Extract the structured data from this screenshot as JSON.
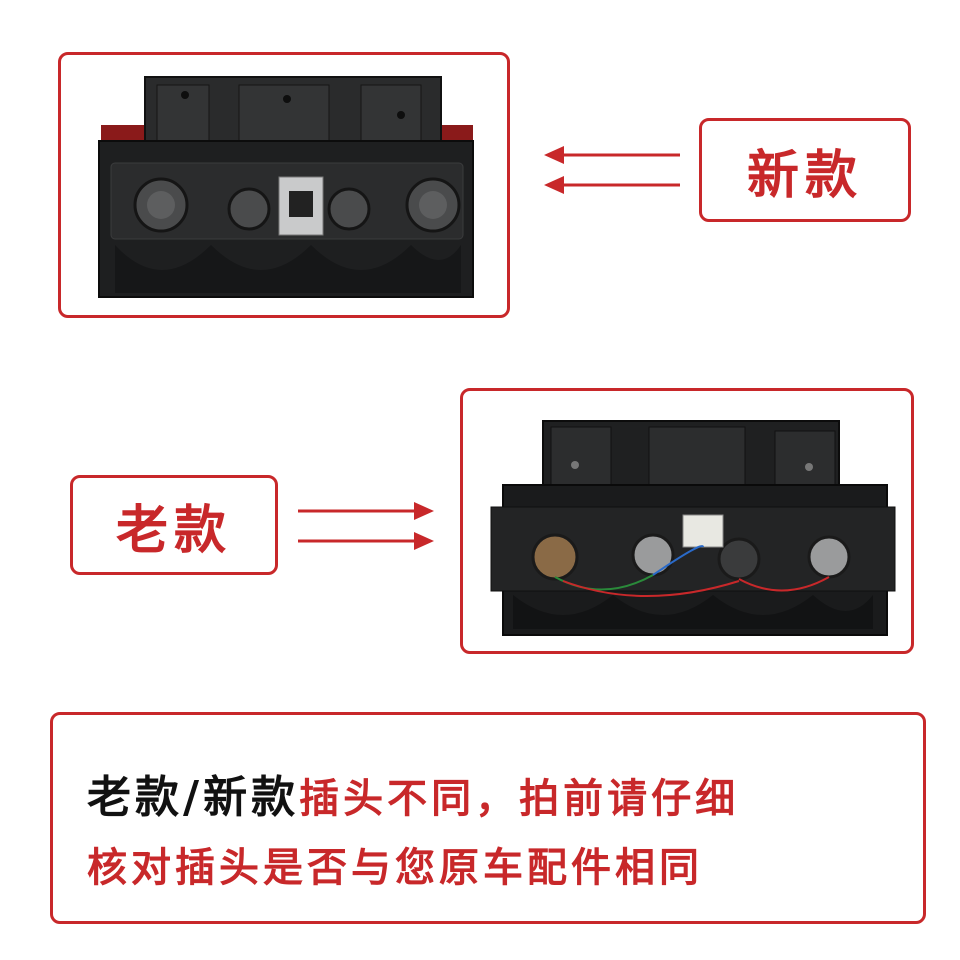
{
  "colors": {
    "accent": "#c8282a",
    "housing": "#1e1f20",
    "housing_light": "#3a3b3c"
  },
  "new_label": "新款",
  "old_label": "老款",
  "note": {
    "line1_dark": "老款/新款",
    "line1_red": "插头不同，拍前请仔细",
    "line2_red": "核对插头是否与您原车配件相同"
  }
}
